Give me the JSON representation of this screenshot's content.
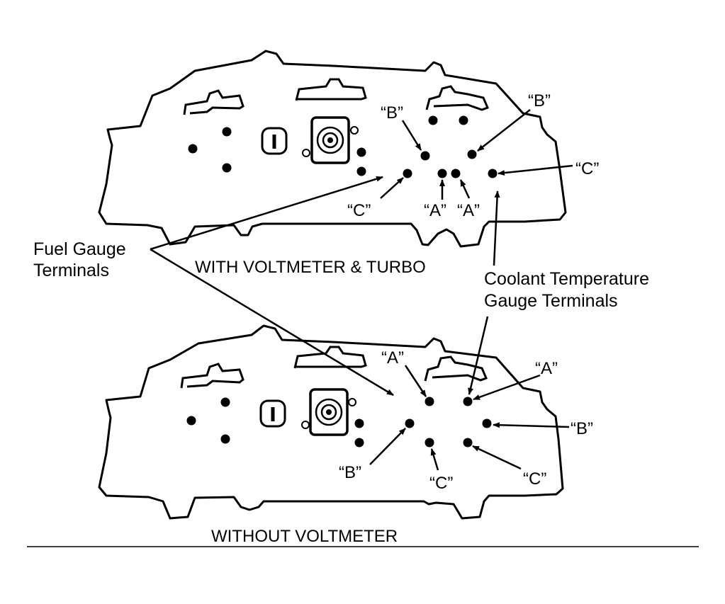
{
  "diagram": {
    "top_panel": {
      "caption": "WITH VOLTMETER & TURBO",
      "labels": [
        "“B”",
        "“B”",
        "“C”",
        "“C”",
        "“A”",
        "“A”"
      ]
    },
    "bottom_panel": {
      "caption": "WITHOUT VOLTMETER",
      "labels": [
        "“A”",
        "“A”",
        "“B”",
        "“B”",
        "“C”",
        "“C”"
      ]
    },
    "fuel_label": [
      "Fuel Gauge",
      "Terminals"
    ],
    "coolant_label": [
      "Coolant Temperature",
      "Gauge Terminals"
    ]
  }
}
